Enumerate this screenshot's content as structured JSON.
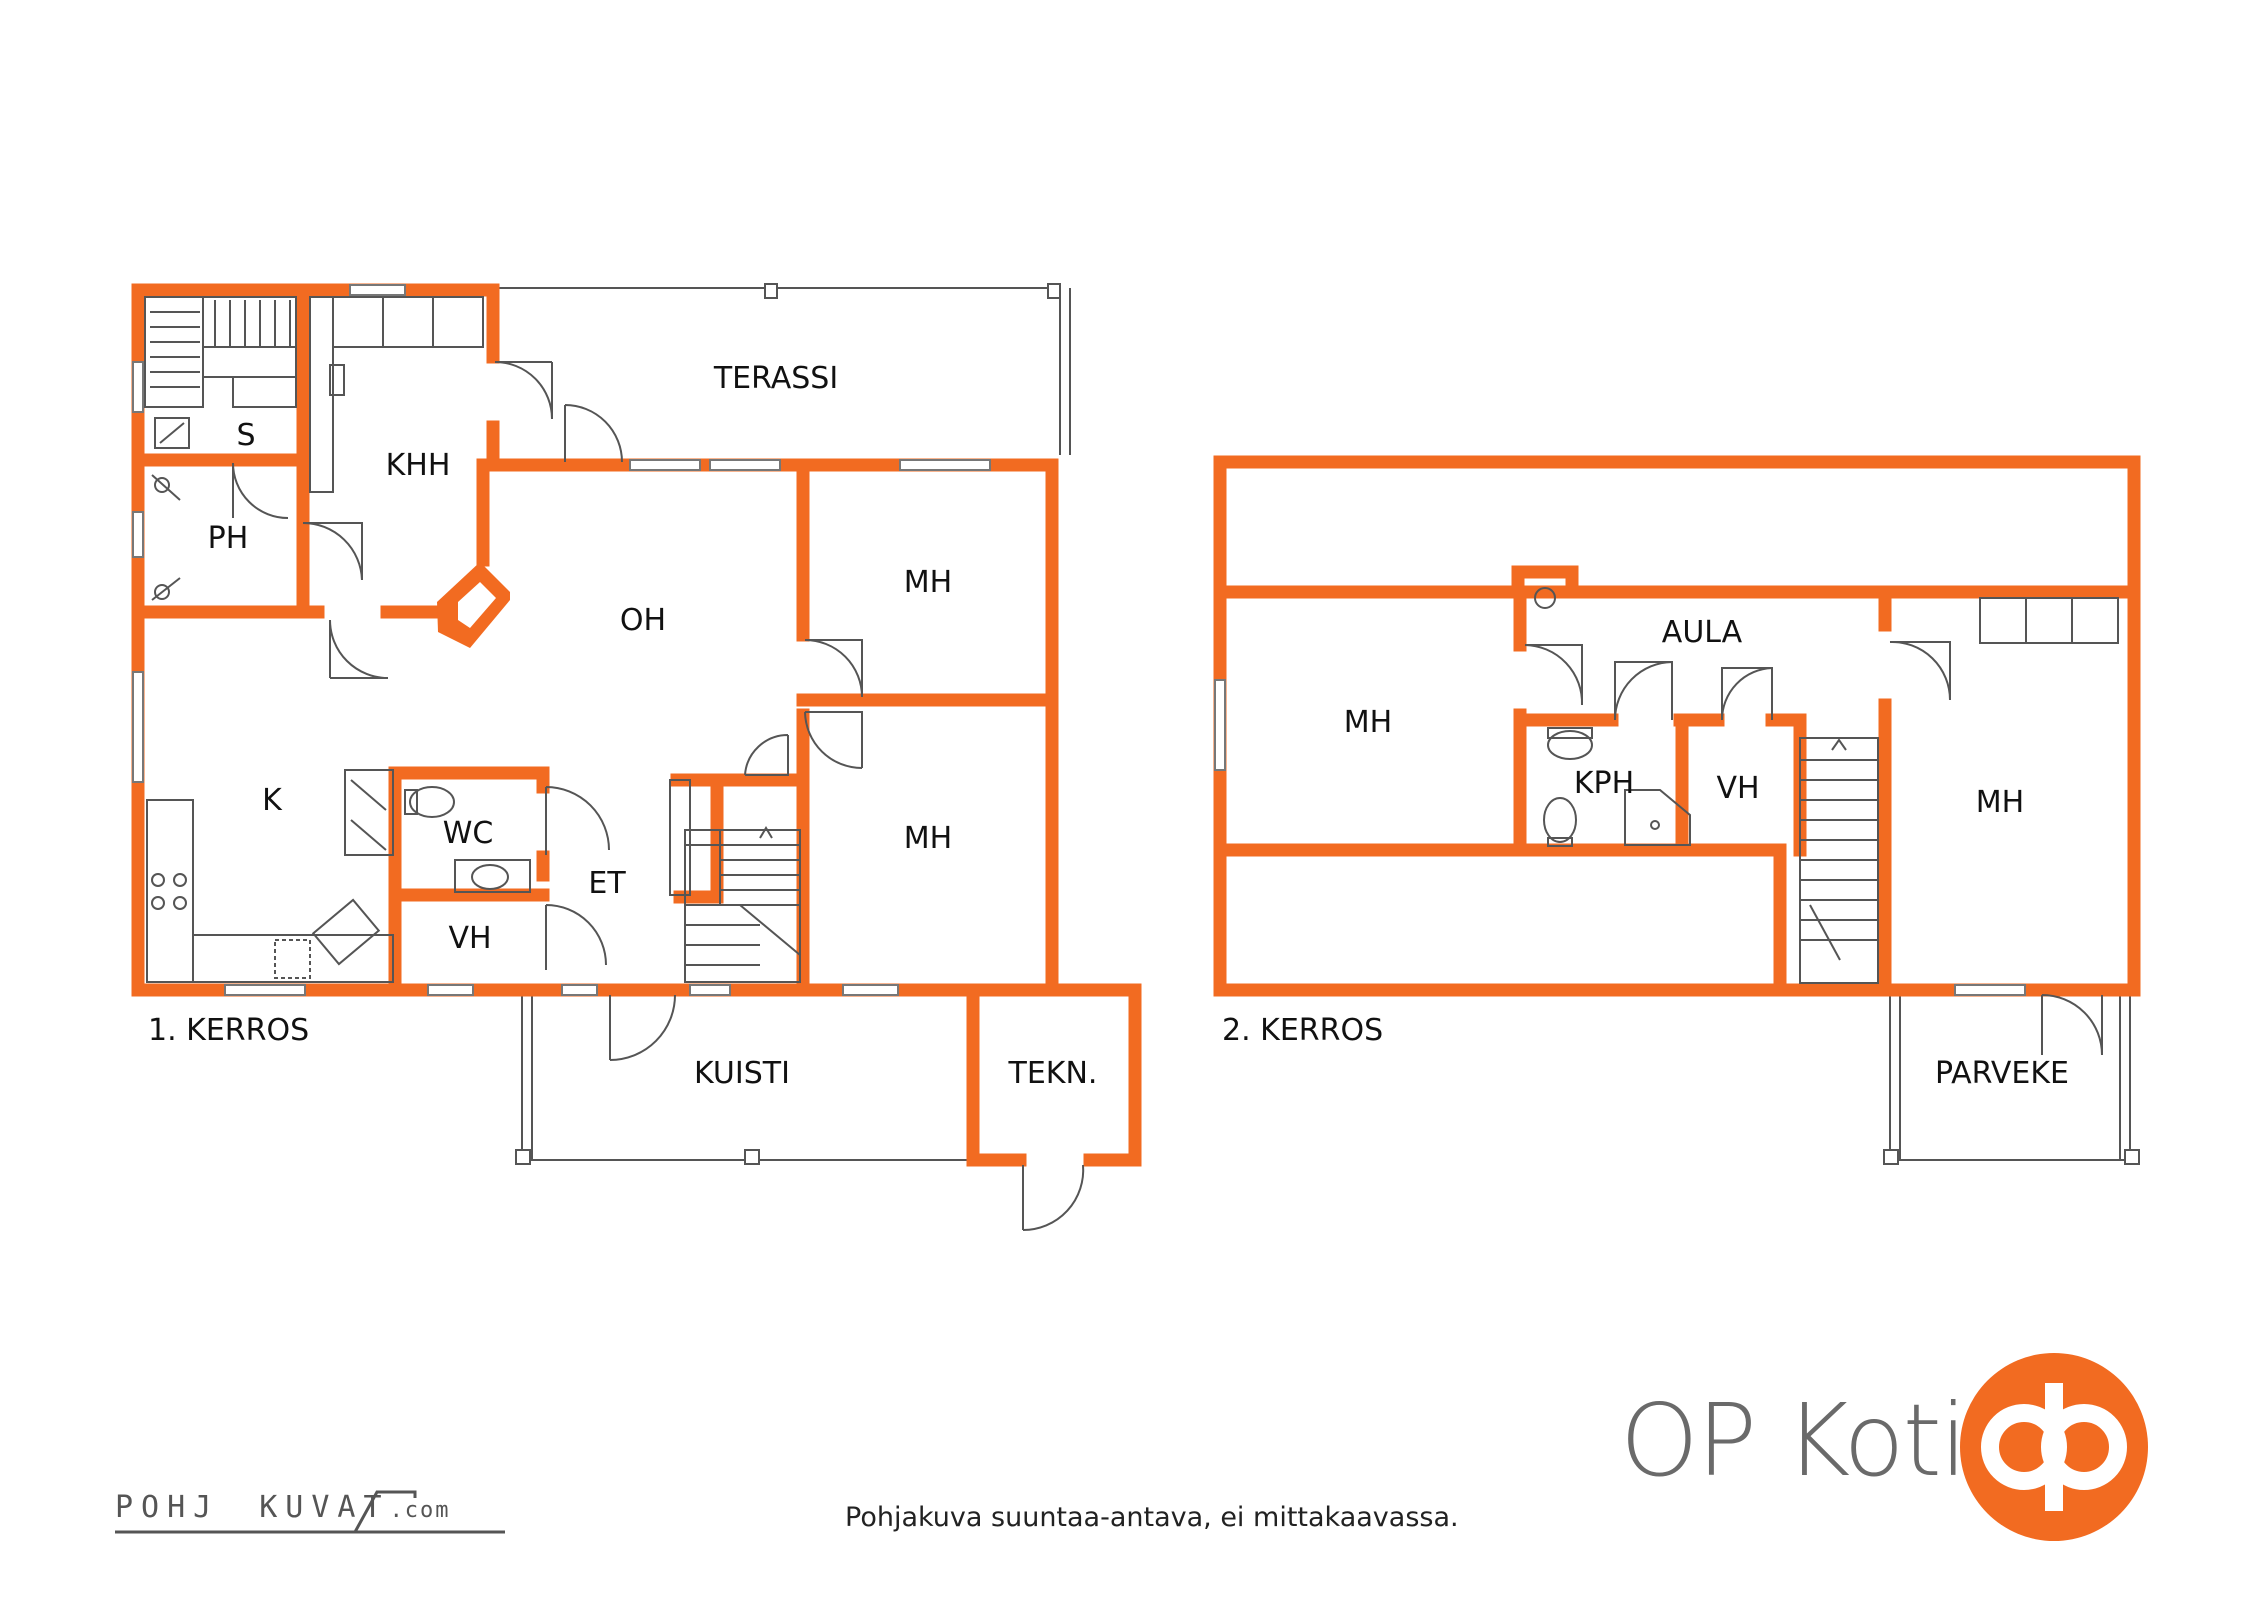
{
  "floor1": {
    "label": "1. KERROS",
    "rooms": {
      "terassi": "TERASSI",
      "s": "S",
      "khh": "KHH",
      "ph": "PH",
      "oh": "OH",
      "mh1": "MH",
      "mh2": "MH",
      "k": "K",
      "wc": "WC",
      "et": "ET",
      "vh": "VH",
      "kuisti": "KUISTI",
      "tekn": "TEKN."
    }
  },
  "floor2": {
    "label": "2. KERROS",
    "rooms": {
      "aula": "AULA",
      "mh_left": "MH",
      "kph": "KPH",
      "vh": "VH",
      "mh_right": "MH",
      "parveke": "PARVEKE"
    }
  },
  "footer": {
    "disclaimer": "Pohjakuva suuntaa-antava, ei mittakaavassa.",
    "brand": "OP Koti",
    "watermark_left": "POHJ",
    "watermark_right": "KUVAT",
    "watermark_suffix": ".com"
  },
  "colors": {
    "wall": "#f26b21",
    "text": "#111111",
    "logo": "#f26b21"
  }
}
